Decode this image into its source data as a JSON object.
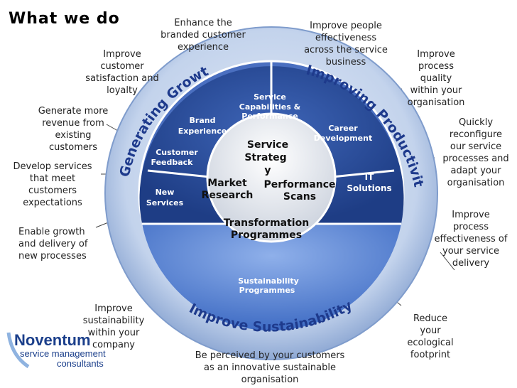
{
  "title": "What we do",
  "colors": {
    "outer_ring": "#b9cbe6",
    "inner_dark": "#2a4d99",
    "inner_light": "#6f95d8",
    "center": "#e4e8ef",
    "arc_text": "#1e3a8c",
    "leader": "#333333"
  },
  "arc_labels": {
    "growth": "Generating Growth",
    "productivity": "Improving Productivity",
    "sustainability": "Improve Sustainability"
  },
  "center": {
    "line1": "Service",
    "line2": "Strateg",
    "line3": "y",
    "research": [
      "Market",
      "Research"
    ],
    "performance": [
      "Performance",
      "Scans"
    ],
    "transformation": [
      "Transformation",
      "Programmes"
    ]
  },
  "segments": {
    "brand": [
      "Brand",
      "Experience"
    ],
    "service_caps": [
      "Service",
      "Capabilities &",
      "Performance"
    ],
    "career": [
      "Career",
      "Development"
    ],
    "it": [
      "IT",
      "Solutions"
    ],
    "customer_feedback": [
      "Customer",
      "Feedback"
    ],
    "new_services": [
      "New",
      "Services"
    ],
    "sustainability_programmes": [
      "Sustainability",
      "Programmes"
    ]
  },
  "outer": {
    "enhance": [
      "Enhance the",
      "branded customer",
      "experience"
    ],
    "improve_cust": [
      "Improve",
      "customer",
      "satisfaction and",
      "loyalty"
    ],
    "generate": [
      "Generate more",
      "revenue from",
      "existing",
      "customers"
    ],
    "develop": [
      "Develop services",
      "that meet",
      "customers",
      "expectations"
    ],
    "enable": [
      "Enable growth",
      "and delivery of",
      "new processes"
    ],
    "people": [
      "Improve people",
      "effectiveness",
      "across the service",
      "business"
    ],
    "quality": [
      "Improve",
      "process",
      "quality",
      "within your",
      "organisation"
    ],
    "reconfigure": [
      "Quickly",
      "reconfigure",
      "our service",
      "processes and",
      "adapt your",
      "organisation"
    ],
    "effectiveness": [
      "Improve",
      "process",
      "effectiveness of",
      "your service",
      "delivery"
    ],
    "sust_company": [
      "Improve",
      "sustainability",
      "within your",
      "company"
    ],
    "footprint": [
      "Reduce",
      "your",
      "ecological",
      "footprint"
    ],
    "perceived": [
      "Be perceived by your customers",
      "as an innovative sustainable",
      "organisation"
    ]
  },
  "logo": {
    "name": "Noventum",
    "line2": "service management",
    "line3": "consultants"
  }
}
